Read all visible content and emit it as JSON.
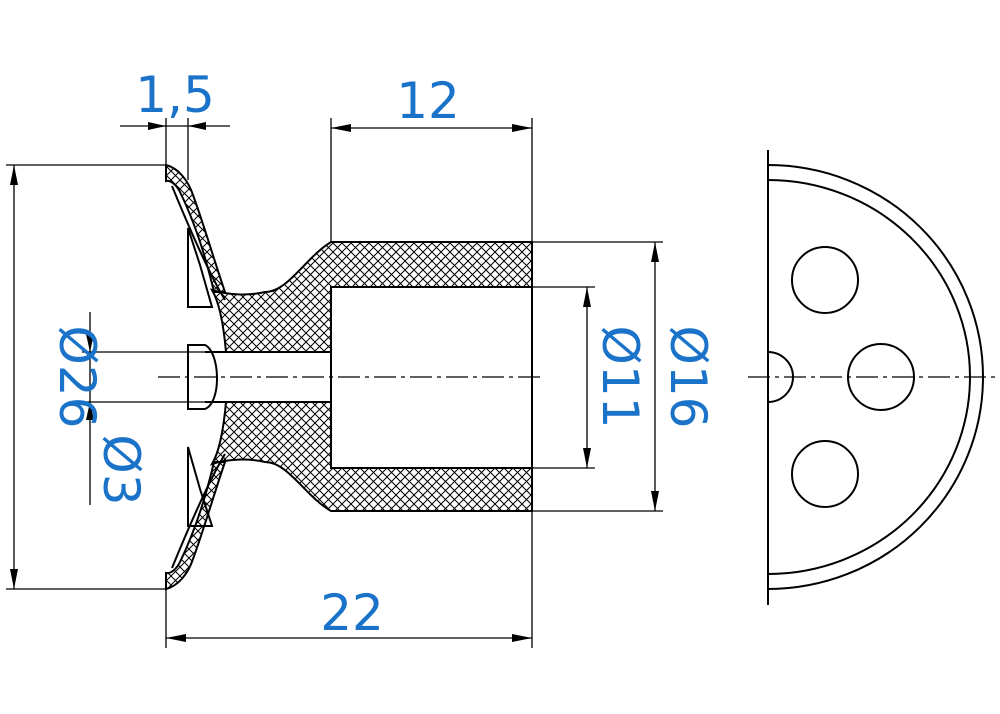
{
  "dimensions": {
    "flange_thickness": "1,5",
    "bore_depth": "12",
    "overall_length": "22",
    "outer_diameter": "Ø26",
    "hole_diameter": "Ø3",
    "bore_diameter": "Ø11",
    "body_diameter": "Ø16"
  },
  "colors": {
    "dimension_text": "#1a73c8",
    "lines": "#000000",
    "background": "#ffffff"
  }
}
